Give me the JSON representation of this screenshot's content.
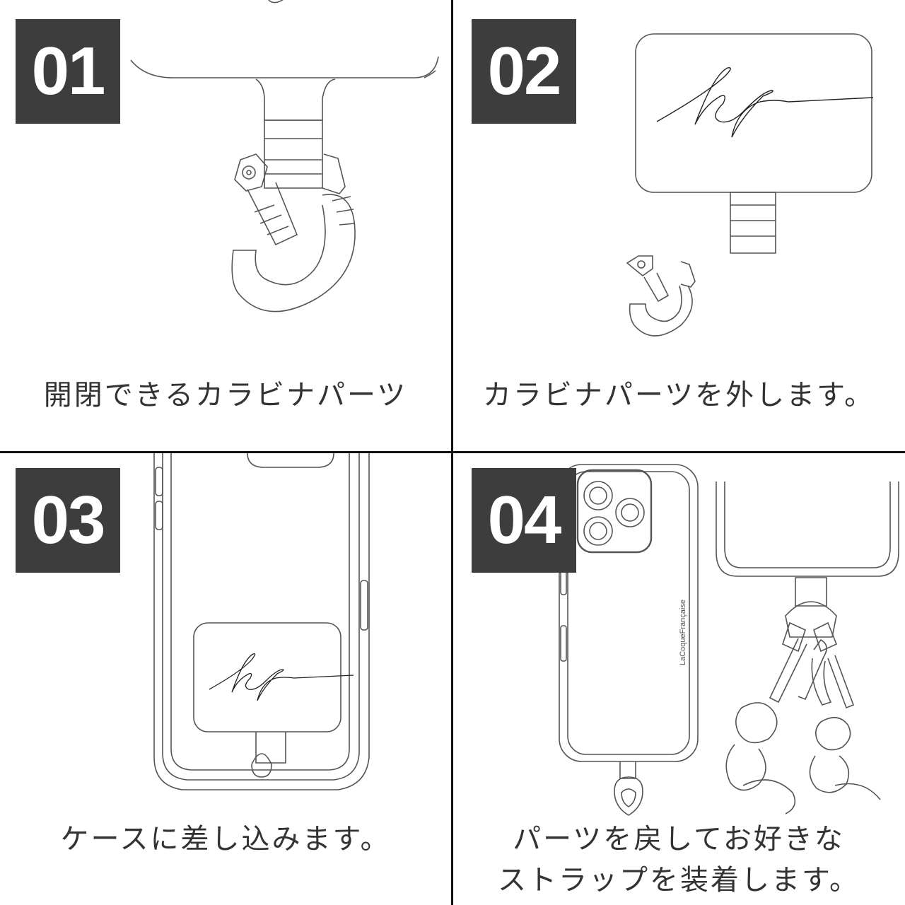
{
  "steps": [
    {
      "number": "01",
      "caption": "開閉できるカラビナパーツ"
    },
    {
      "number": "02",
      "caption": "カラビナパーツを外します。"
    },
    {
      "number": "03",
      "caption": "ケースに差し込みます。"
    },
    {
      "number": "04",
      "caption_line1": "パーツを戻してお好きな",
      "caption_line2": "ストラップを装着します。"
    }
  ],
  "case_brand_text": "LaCoqueFrançaise",
  "colors": {
    "badge_bg": "#3d3d3d",
    "badge_text": "#ffffff",
    "divider": "#111111",
    "caption": "#333333",
    "line_art": "#555555"
  }
}
